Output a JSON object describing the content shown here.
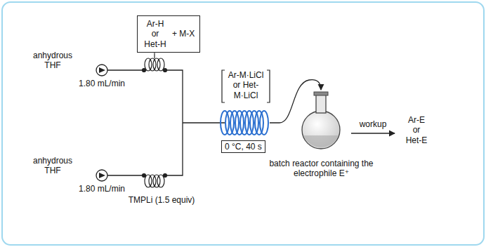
{
  "diagram": {
    "nodes": [
      {
        "text": [
          "Ar-H or Het-H",
          "+ M-X"
        ]
      },
      {
        "text": [
          "0 °C, 40 s"
        ]
      }
    ],
    "labels": [
      "anhydrous THF",
      "1.80 mL/min",
      "anhydrous THF",
      "1.80 mL/min",
      "TMPLi (1.5 equiv)",
      "Ar-M·LiCl or Het-M·LiCl",
      "batch reactor containing the electrophile E⁺",
      "workup",
      "Ar-E or Het-E"
    ]
  }
}
